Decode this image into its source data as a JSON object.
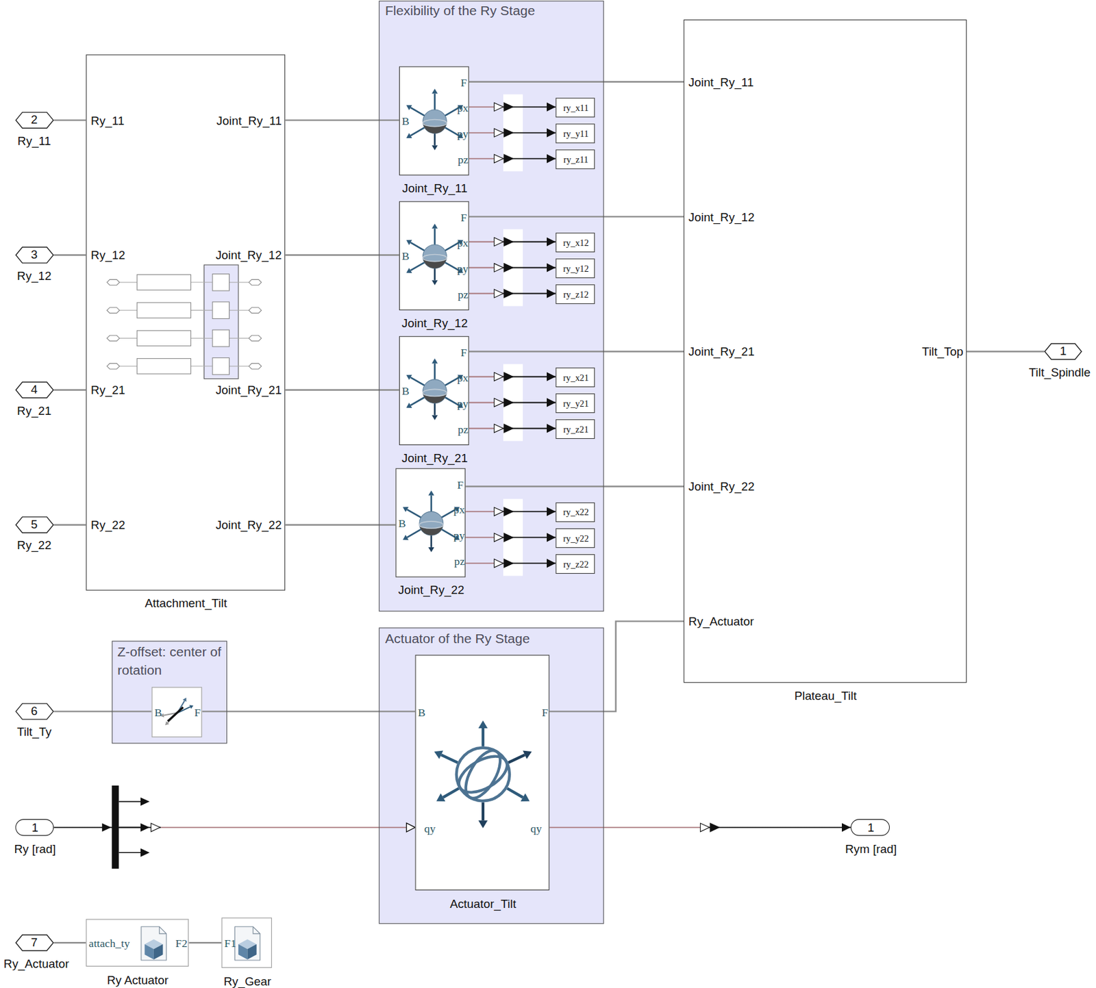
{
  "diagram": {
    "nodes": [
      {
        "text": [
          "Attachment_Tilt",
          "Ry_11",
          "Joint_Ry_11",
          "Ry_12",
          "Joint_Ry_12",
          "Ry_21",
          "Joint_Ry_21",
          "Ry_22",
          "Joint_Ry_22"
        ]
      },
      {
        "text": [
          "Flexibility of the Ry Stage"
        ]
      },
      {
        "text": [
          "Joint_Ry_11",
          "F",
          "B",
          "px",
          "py",
          "pz"
        ],
        "in": 1
      },
      {
        "text": [
          "Joint_Ry_12",
          "F",
          "B",
          "px",
          "py",
          "pz"
        ],
        "in": 1
      },
      {
        "text": [
          "Joint_Ry_21",
          "F",
          "B",
          "px",
          "py",
          "pz"
        ],
        "in": 1
      },
      {
        "text": [
          "Joint_Ry_22",
          "F",
          "B",
          "px",
          "py",
          "pz"
        ],
        "in": 1
      },
      {
        "text": [
          "ry_x11"
        ],
        "in": 1
      },
      {
        "text": [
          "ry_y11"
        ],
        "in": 1
      },
      {
        "text": [
          "ry_z11"
        ],
        "in": 1
      },
      {
        "text": [
          "ry_x12"
        ],
        "in": 1
      },
      {
        "text": [
          "ry_y12"
        ],
        "in": 1
      },
      {
        "text": [
          "ry_z12"
        ],
        "in": 1
      },
      {
        "text": [
          "ry_x21"
        ],
        "in": 1
      },
      {
        "text": [
          "ry_y21"
        ],
        "in": 1
      },
      {
        "text": [
          "ry_z21"
        ],
        "in": 1
      },
      {
        "text": [
          "ry_x22"
        ],
        "in": 1
      },
      {
        "text": [
          "ry_y22"
        ],
        "in": 1
      },
      {
        "text": [
          "ry_z22"
        ],
        "in": 1
      },
      {
        "text": [
          "Plateau_Tilt",
          "Joint_Ry_11",
          "Joint_Ry_12",
          "Joint_Ry_21",
          "Joint_Ry_22",
          "Ry_Actuator",
          "Tilt_Top"
        ]
      },
      {
        "text": [
          "Z-offset: center of rotation"
        ]
      },
      {
        "text": [
          "B",
          "F"
        ],
        "in": 19
      },
      {
        "text": [
          "Actuator of the Ry Stage"
        ]
      },
      {
        "text": [
          "Actuator_Tilt",
          "B",
          "F",
          "qy",
          "qy"
        ],
        "in": 21
      },
      {
        "text": [
          "Ry Actuator",
          "attach_ty",
          "F2"
        ]
      },
      {
        "text": [
          "Ry_Gear",
          "F1"
        ]
      },
      {
        "text": [
          "2",
          "Ry_11"
        ]
      },
      {
        "text": [
          "3",
          "Ry_12"
        ]
      },
      {
        "text": [
          "4",
          "Ry_21"
        ]
      },
      {
        "text": [
          "5",
          "Ry_22"
        ]
      },
      {
        "text": [
          "6",
          "Tilt_Ty"
        ]
      },
      {
        "text": [
          "1",
          "Ry [rad]"
        ]
      },
      {
        "text": [
          "7",
          "Ry_Actuator"
        ]
      },
      {
        "text": [
          "1",
          "Tilt_Spindle"
        ]
      },
      {
        "text": [
          "1",
          "Rym [rad]"
        ]
      }
    ],
    "edges": [
      {
        "from": 25,
        "to": 0,
        "arrow": "none"
      },
      {
        "from": 26,
        "to": 0,
        "arrow": "none"
      },
      {
        "from": 27,
        "to": 0,
        "arrow": "none"
      },
      {
        "from": 28,
        "to": 0,
        "arrow": "none"
      },
      {
        "from": 0,
        "to": 2,
        "arrow": "none"
      },
      {
        "from": 0,
        "to": 3,
        "arrow": "none"
      },
      {
        "from": 0,
        "to": 4,
        "arrow": "none"
      },
      {
        "from": 0,
        "to": 5,
        "arrow": "none"
      },
      {
        "from": 2,
        "to": 18,
        "arrow": "none"
      },
      {
        "from": 3,
        "to": 18,
        "arrow": "none"
      },
      {
        "from": 4,
        "to": 18,
        "arrow": "none"
      },
      {
        "from": 5,
        "to": 18,
        "arrow": "none"
      },
      {
        "from": 2,
        "to": 6,
        "arrow": "to"
      },
      {
        "from": 2,
        "to": 7,
        "arrow": "to"
      },
      {
        "from": 2,
        "to": 8,
        "arrow": "to"
      },
      {
        "from": 3,
        "to": 9,
        "arrow": "to"
      },
      {
        "from": 3,
        "to": 10,
        "arrow": "to"
      },
      {
        "from": 3,
        "to": 11,
        "arrow": "to"
      },
      {
        "from": 4,
        "to": 12,
        "arrow": "to"
      },
      {
        "from": 4,
        "to": 13,
        "arrow": "to"
      },
      {
        "from": 4,
        "to": 14,
        "arrow": "to"
      },
      {
        "from": 5,
        "to": 15,
        "arrow": "to"
      },
      {
        "from": 5,
        "to": 16,
        "arrow": "to"
      },
      {
        "from": 5,
        "to": 17,
        "arrow": "to"
      },
      {
        "from": 29,
        "to": 20,
        "arrow": "none"
      },
      {
        "from": 20,
        "to": 22,
        "arrow": "none"
      },
      {
        "from": 22,
        "to": 18,
        "arrow": "none"
      },
      {
        "from": 30,
        "to": 22,
        "arrow": "to"
      },
      {
        "from": 22,
        "to": 33,
        "arrow": "to"
      },
      {
        "from": 31,
        "to": 23,
        "arrow": "none"
      },
      {
        "from": 23,
        "to": 24,
        "arrow": "none"
      },
      {
        "from": 18,
        "to": 32,
        "arrow": "none"
      }
    ]
  }
}
